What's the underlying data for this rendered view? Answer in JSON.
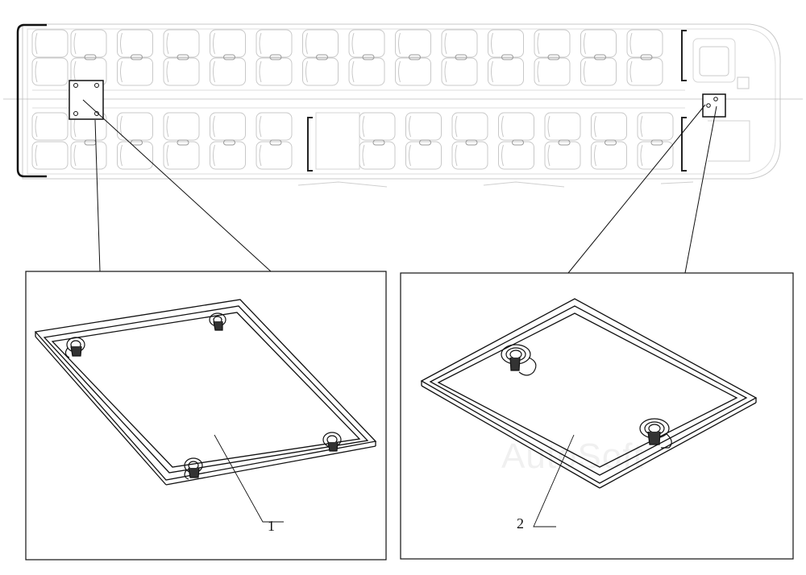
{
  "diagram": {
    "callouts": [
      {
        "id": "hatch-1",
        "label": "1"
      },
      {
        "id": "hatch-2",
        "label": "2"
      }
    ],
    "watermark": "AutoSoft"
  },
  "colors": {
    "line": "#111111",
    "faint_line": "#bdbdbd",
    "seat_line": "#c8c8c8"
  }
}
